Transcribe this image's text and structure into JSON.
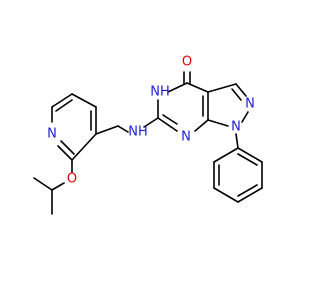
{
  "molecule": {
    "atoms": {
      "carbonyl_o": "O",
      "nh_ring": "NH",
      "n_pyrazole_1": "N",
      "n_pyrazole_2": "N",
      "n_pyrimidine": "N",
      "amine_nh": "NH",
      "pyridine_n": "N",
      "ether_o": "O"
    },
    "colors": {
      "carbon_bond": "#000000",
      "nitrogen": "#1f1fd6",
      "oxygen": "#e00000",
      "background": "#ffffff"
    }
  }
}
